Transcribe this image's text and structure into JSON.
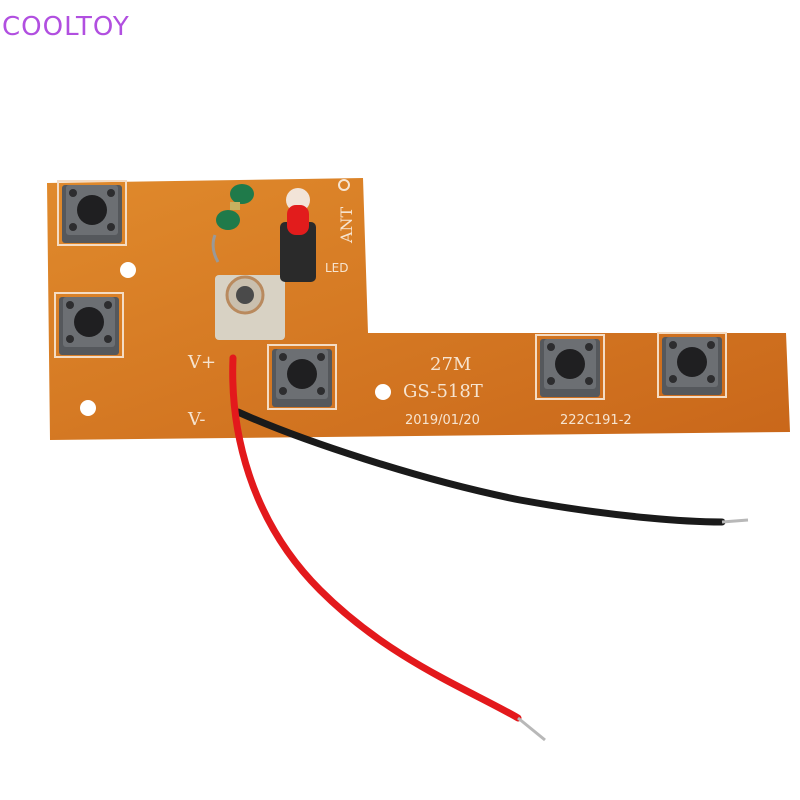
{
  "watermark": "COOLTOY",
  "pcb": {
    "model_freq": "27M",
    "model_name": "GS-518T",
    "date": "2019/01/20",
    "code": "222C191-2",
    "label_vplus": "V+",
    "label_vminus": "V-",
    "label_ant": "ANT",
    "label_led": "LED"
  },
  "colors": {
    "board": "#d9781e",
    "wire_positive": "#e3191c",
    "wire_negative": "#1a1a1a",
    "watermark": "#b14fe0"
  }
}
